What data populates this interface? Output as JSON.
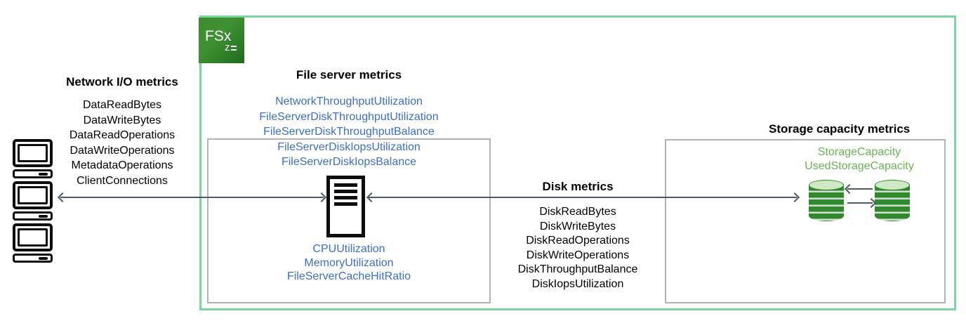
{
  "logo": {
    "text": "FSx",
    "sub": "z"
  },
  "network_io": {
    "title": "Network I/O metrics",
    "items": [
      "DataReadBytes",
      "DataWriteBytes",
      "DataReadOperations",
      "DataWriteOperations",
      "MetadataOperations",
      "ClientConnections"
    ]
  },
  "file_server": {
    "title": "File server metrics",
    "throughput_items": [
      "NetworkThroughputUtilization",
      "FileServerDiskThroughputUtilization",
      "FileServerDiskThroughputBalance",
      "FileServerDiskIopsUtilization",
      "FileServerDiskIopsBalance"
    ],
    "utilization_items": [
      "CPUUtilization",
      "MemoryUtilization",
      "FileServerCacheHitRatio"
    ]
  },
  "disk": {
    "title": "Disk metrics",
    "items": [
      "DiskReadBytes",
      "DiskWriteBytes",
      "DiskReadOperations",
      "DiskWriteOperations",
      "DiskThroughputBalance",
      "DiskIopsUtilization"
    ]
  },
  "storage": {
    "title": "Storage capacity metrics",
    "items": [
      "StorageCapacity",
      "UsedStorageCapacity"
    ]
  },
  "colors": {
    "metric_blue": "#3b6fc9",
    "metric_green": "#67b551",
    "box_border_green": "#7ed3a2",
    "inner_box_gray": "#b3b3b3",
    "arrow": "#4e5a66",
    "logo_green_1": "#3c8c2f",
    "logo_green_2": "#1f6b20",
    "cylinder_green": "#2e8a2c",
    "cylinder_top": "#cfe9c4"
  }
}
